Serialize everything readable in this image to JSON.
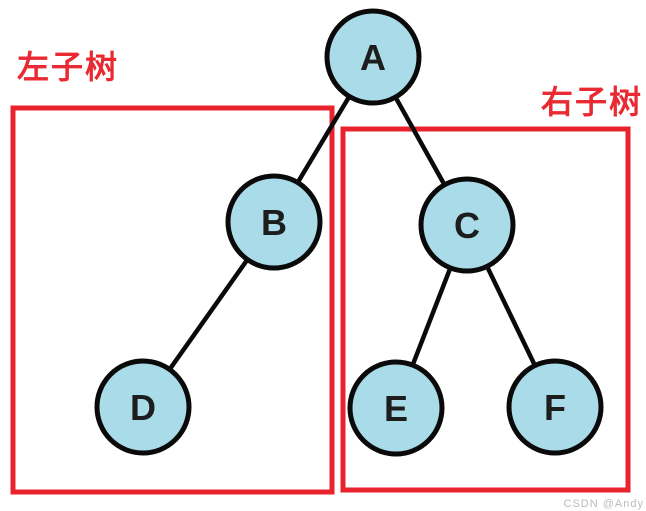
{
  "diagram": {
    "type": "binary-tree",
    "nodes": [
      {
        "id": "A",
        "label": "A"
      },
      {
        "id": "B",
        "label": "B"
      },
      {
        "id": "C",
        "label": "C"
      },
      {
        "id": "D",
        "label": "D"
      },
      {
        "id": "E",
        "label": "E"
      },
      {
        "id": "F",
        "label": "F"
      }
    ],
    "edges": [
      [
        "A",
        "B"
      ],
      [
        "A",
        "C"
      ],
      [
        "B",
        "D"
      ],
      [
        "C",
        "E"
      ],
      [
        "C",
        "F"
      ]
    ],
    "regions": [
      {
        "label": "左子树",
        "contains": [
          "B",
          "D"
        ]
      },
      {
        "label": "右子树",
        "contains": [
          "C",
          "E",
          "F"
        ]
      }
    ],
    "colors": {
      "node_fill": "#a9dbe8",
      "node_stroke": "#000000",
      "edge_stroke": "#000000",
      "region_border": "#e8232e",
      "region_label": "#ea2a33",
      "watermark": "#c0b7bf"
    }
  },
  "watermark": {
    "text": "CSDN @Andy"
  }
}
